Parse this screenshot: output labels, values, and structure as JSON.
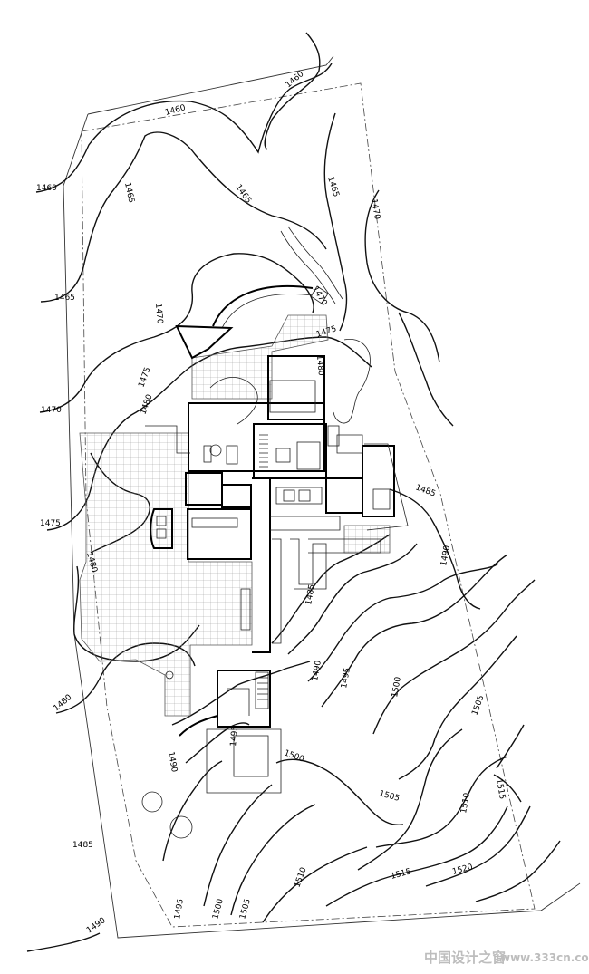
{
  "contour_labels": [
    {
      "id": "c-1460-a",
      "text": "1460"
    },
    {
      "id": "c-1460-b",
      "text": "1460"
    },
    {
      "id": "c-1460-c",
      "text": "1460"
    },
    {
      "id": "c-1465-a",
      "text": "1465"
    },
    {
      "id": "c-1465-b",
      "text": "1465"
    },
    {
      "id": "c-1465-c",
      "text": "1465"
    },
    {
      "id": "c-1465-d",
      "text": "1465"
    },
    {
      "id": "c-1470-a",
      "text": "1470"
    },
    {
      "id": "c-1470-b",
      "text": "1470"
    },
    {
      "id": "c-1470-c",
      "text": "1470"
    },
    {
      "id": "c-1470-d",
      "text": "1470"
    },
    {
      "id": "c-1475-a",
      "text": "1475"
    },
    {
      "id": "c-1475-b",
      "text": "1475"
    },
    {
      "id": "c-1475-c",
      "text": "1475"
    },
    {
      "id": "c-1480-a",
      "text": "1480"
    },
    {
      "id": "c-1480-b",
      "text": "1480"
    },
    {
      "id": "c-1480-c",
      "text": "1480"
    },
    {
      "id": "c-1480-d",
      "text": "1480"
    },
    {
      "id": "c-1485-a",
      "text": "1485"
    },
    {
      "id": "c-1485-b",
      "text": "1485"
    },
    {
      "id": "c-1485-c",
      "text": "1485"
    },
    {
      "id": "c-1490-a",
      "text": "1490"
    },
    {
      "id": "c-1490-b",
      "text": "1490"
    },
    {
      "id": "c-1490-c",
      "text": "1490"
    },
    {
      "id": "c-1490-d",
      "text": "1490"
    },
    {
      "id": "c-1495-a",
      "text": "1495"
    },
    {
      "id": "c-1495-b",
      "text": "1495"
    },
    {
      "id": "c-1495-c",
      "text": "1495"
    },
    {
      "id": "c-1500-a",
      "text": "1500"
    },
    {
      "id": "c-1500-b",
      "text": "1500"
    },
    {
      "id": "c-1500-c",
      "text": "1500"
    },
    {
      "id": "c-1505-a",
      "text": "1505"
    },
    {
      "id": "c-1505-b",
      "text": "1505"
    },
    {
      "id": "c-1505-c",
      "text": "1505"
    },
    {
      "id": "c-1510-a",
      "text": "1510"
    },
    {
      "id": "c-1510-b",
      "text": "1510"
    },
    {
      "id": "c-1515-a",
      "text": "1515"
    },
    {
      "id": "c-1515-b",
      "text": "1515"
    },
    {
      "id": "c-1520",
      "text": "1520"
    }
  ],
  "watermark": {
    "site_name": "中国设计之窗",
    "url": "www.333cn.com"
  },
  "colors": {
    "line": "#111111",
    "paving": "#9a9a9a",
    "watermark": "#bdbdbd"
  }
}
